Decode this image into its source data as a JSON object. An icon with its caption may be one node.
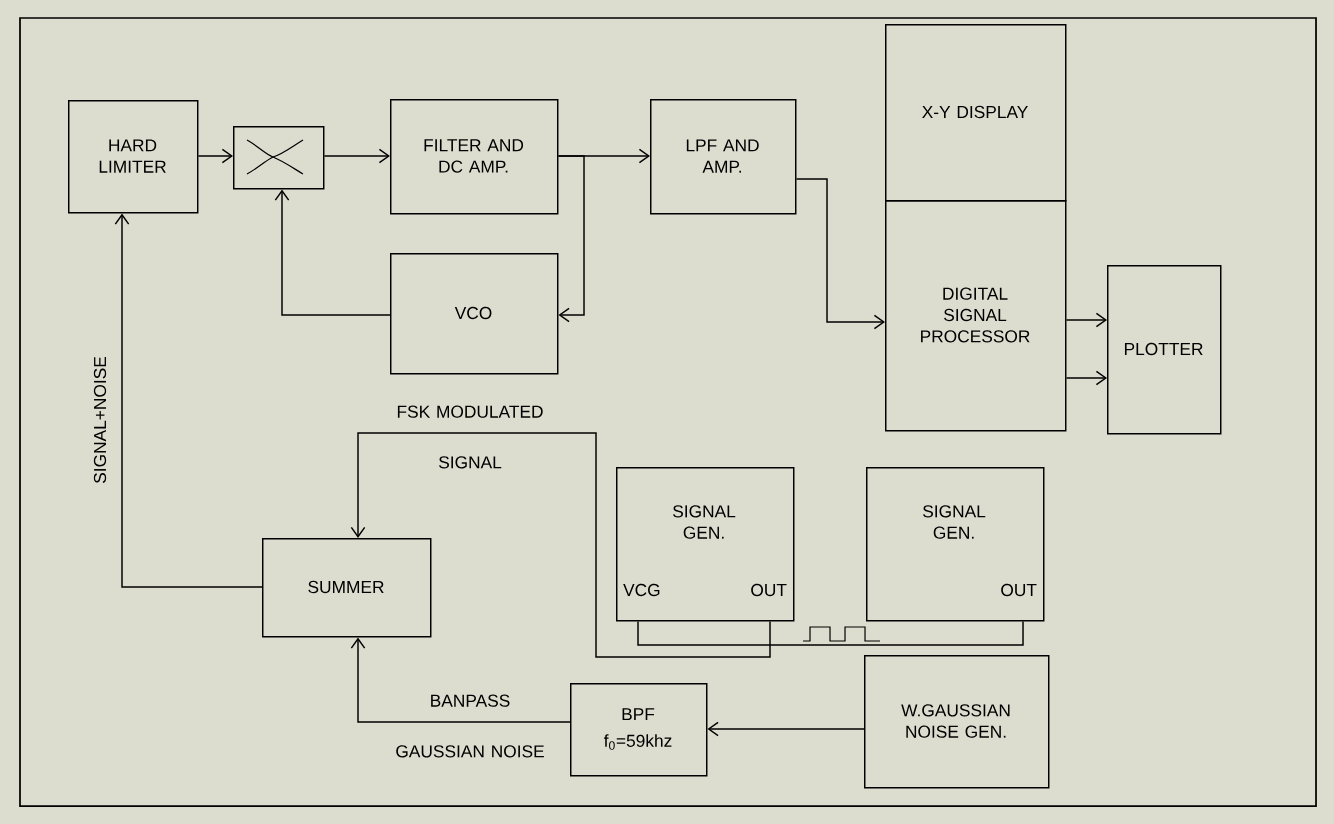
{
  "diagram": {
    "nodes": [
      {
        "text": [
          "HARD LIMITER"
        ]
      },
      {
        "text": [],
        "shape": "box"
      },
      {
        "text": [
          "FILTER AND DC AMP."
        ]
      },
      {
        "text": [
          "LPF AND AMP."
        ]
      },
      {
        "text": [
          "X-Y DISPLAY"
        ]
      },
      {
        "text": [
          "DIGITAL SIGNAL PROCESSOR"
        ]
      },
      {
        "text": [
          "PLOTTER"
        ]
      },
      {
        "text": [
          "VCO"
        ]
      },
      {
        "text": [
          "SUMMER"
        ]
      },
      {
        "text": [
          "SIGNAL GEN.",
          "VCG",
          "OUT"
        ]
      },
      {
        "text": [
          "SIGNAL GEN.",
          "OUT"
        ]
      },
      {
        "text": [
          "BPF",
          "f$_{0}$=59khz"
        ]
      },
      {
        "text": [
          "W.GAUSSIAN NOISE GEN."
        ]
      }
    ],
    "edges": [
      {
        "from": 0,
        "to": 1,
        "arrow": "to"
      },
      {
        "from": 1,
        "to": 2,
        "arrow": "to"
      },
      {
        "from": 2,
        "to": 3,
        "arrow": "to"
      },
      {
        "from": 2,
        "to": 7,
        "arrow": "to"
      },
      {
        "from": 7,
        "to": 1,
        "arrow": "to"
      },
      {
        "from": 3,
        "to": 5,
        "arrow": "to"
      },
      {
        "from": 5,
        "to": 6,
        "arrow": "to"
      },
      {
        "from": 5,
        "to": 6,
        "arrow": "to"
      },
      {
        "from": 8,
        "to": 0,
        "arrow": "to",
        "label": "SIGNAL+NOISE"
      },
      {
        "from": 9,
        "to": 8,
        "arrow": "to",
        "label": "FSK MODULATED SIGNAL"
      },
      {
        "from": 10,
        "to": 9,
        "arrow": "none"
      },
      {
        "from": 12,
        "to": 11,
        "arrow": "to"
      },
      {
        "from": 11,
        "to": 8,
        "arrow": "to",
        "label": "BANPASS GAUSSIAN NOISE"
      }
    ]
  }
}
